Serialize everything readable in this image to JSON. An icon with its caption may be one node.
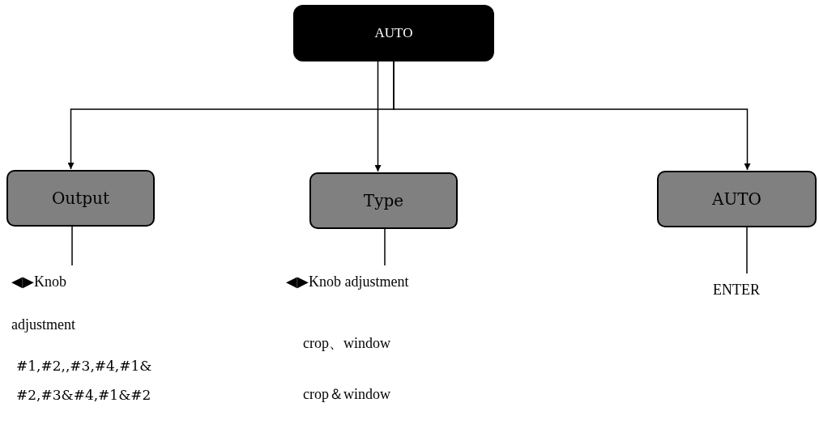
{
  "diagram": {
    "nodes": [
      {
        "text": [
          "AUTO"
        ]
      },
      {
        "text": [
          "Output"
        ]
      },
      {
        "text": [
          "Type"
        ]
      },
      {
        "text": [
          "AUTO"
        ]
      },
      {
        "text": [
          "◀▶Knob adjustment"
        ]
      },
      {
        "text": [
          "◀▶Knob adjustment"
        ]
      },
      {
        "text": [
          "ENTER"
        ]
      }
    ],
    "edges": [
      {
        "from": 0,
        "to": 1,
        "arrow": "to"
      },
      {
        "from": 0,
        "to": 2,
        "arrow": "to"
      },
      {
        "from": 0,
        "to": 3,
        "arrow": "to"
      },
      {
        "from": 1,
        "to": 4,
        "arrow": "none"
      },
      {
        "from": 2,
        "to": 5,
        "arrow": "none"
      },
      {
        "from": 3,
        "to": 6,
        "arrow": "none"
      }
    ],
    "labels": [
      "#1,#2,,#3,#4,#1&#2,#3&#4,#1&#2",
      "crop、window",
      "crop＆window"
    ]
  }
}
